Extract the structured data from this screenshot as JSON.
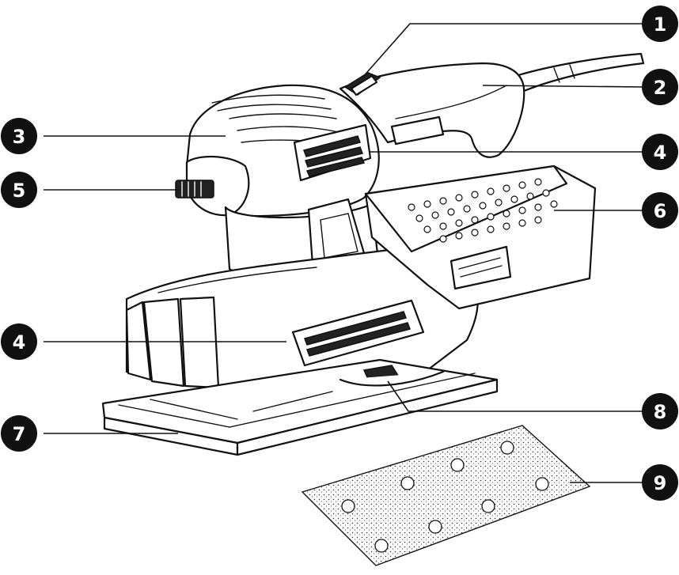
{
  "diagram": {
    "callouts": [
      {
        "id": "c1",
        "label": "1"
      },
      {
        "id": "c2",
        "label": "2"
      },
      {
        "id": "c3",
        "label": "3"
      },
      {
        "id": "c4a",
        "label": "4"
      },
      {
        "id": "c5",
        "label": "5"
      },
      {
        "id": "c6",
        "label": "6"
      },
      {
        "id": "c4b",
        "label": "4"
      },
      {
        "id": "c7",
        "label": "7"
      },
      {
        "id": "c8",
        "label": "8"
      },
      {
        "id": "c9",
        "label": "9"
      }
    ]
  },
  "colors": {
    "ink": "#111111",
    "paper": "#ffffff",
    "badge": "#111111"
  }
}
